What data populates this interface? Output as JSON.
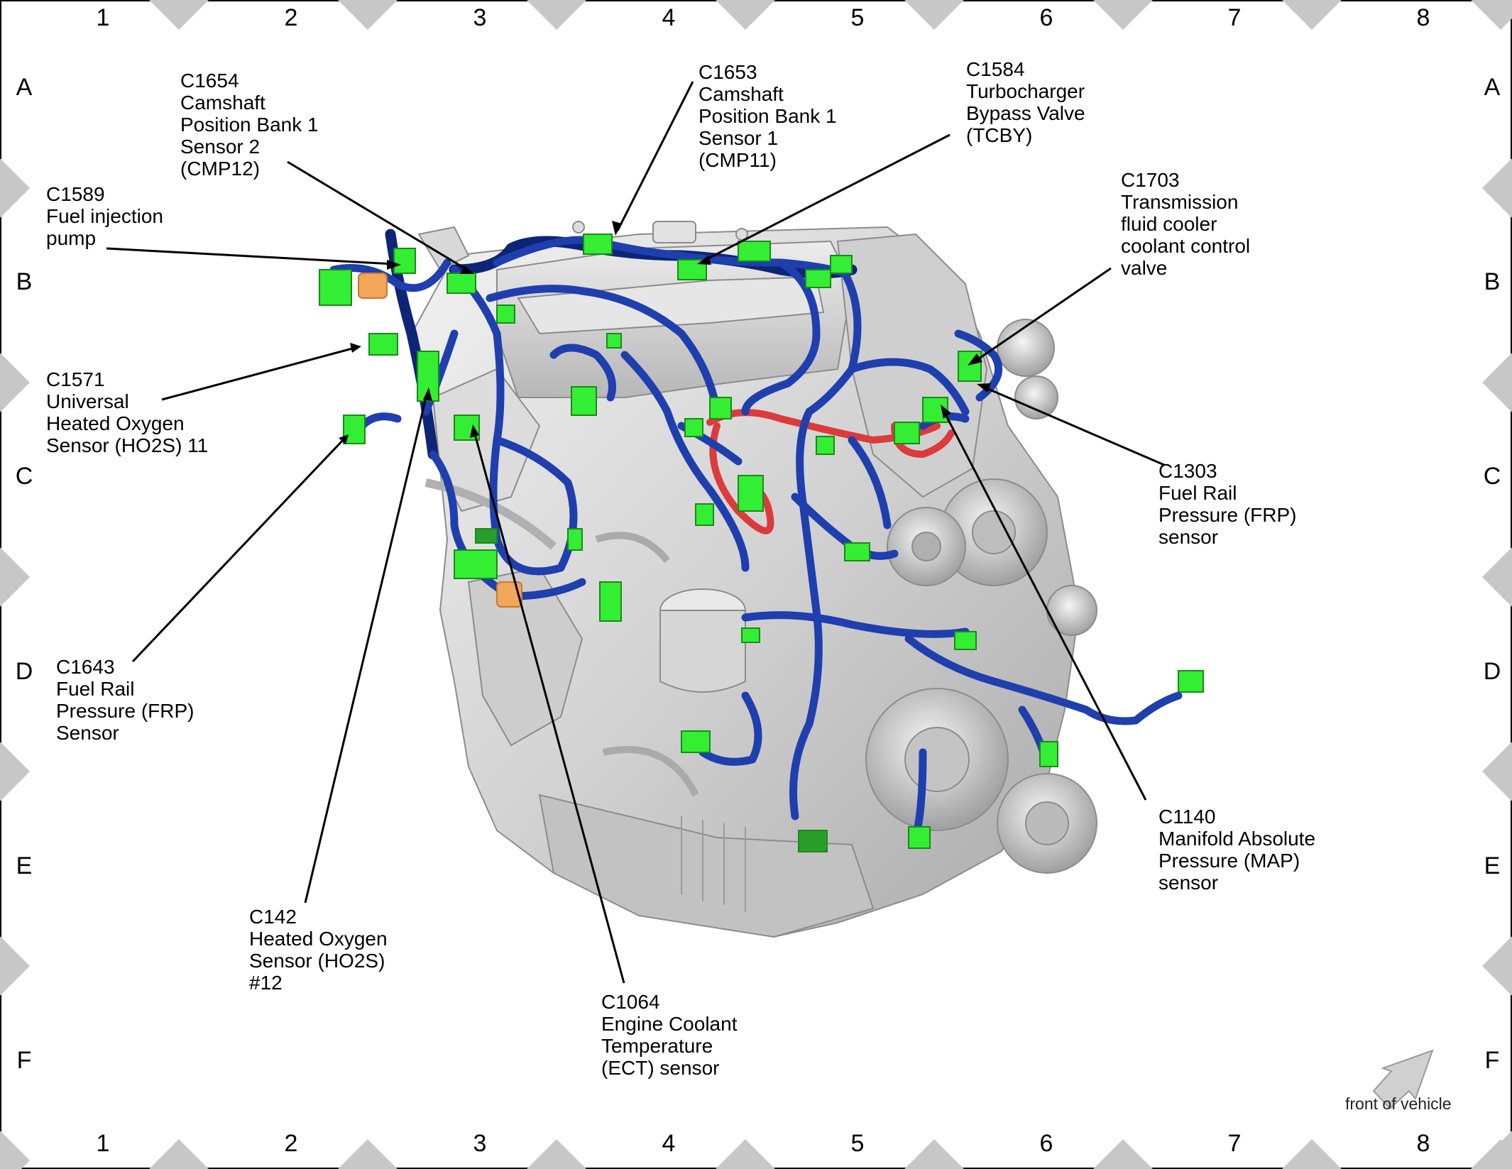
{
  "grid": {
    "columns": [
      "1",
      "2",
      "3",
      "4",
      "5",
      "6",
      "7",
      "8"
    ],
    "rows": [
      "A",
      "B",
      "C",
      "D",
      "E",
      "F"
    ]
  },
  "connectors": [
    {
      "id": "C1654",
      "lines": [
        "Camshaft",
        "Position Bank 1",
        "Sensor 2",
        "(CMP12)"
      ]
    },
    {
      "id": "C1653",
      "lines": [
        "Camshaft",
        "Position Bank 1",
        "Sensor 1",
        "(CMP11)"
      ]
    },
    {
      "id": "C1584",
      "lines": [
        "Turbocharger",
        "Bypass Valve",
        "(TCBY)"
      ]
    },
    {
      "id": "C1589",
      "lines": [
        "Fuel injection",
        "pump"
      ]
    },
    {
      "id": "C1703",
      "lines": [
        "Transmission",
        "fluid cooler",
        "coolant control",
        "valve"
      ]
    },
    {
      "id": "C1571",
      "lines": [
        "Universal",
        "Heated Oxygen",
        "Sensor (HO2S) 11"
      ]
    },
    {
      "id": "C1303",
      "lines": [
        "Fuel Rail",
        "Pressure (FRP)",
        "sensor"
      ]
    },
    {
      "id": "C1643",
      "lines": [
        "Fuel Rail",
        "Pressure (FRP)",
        "Sensor"
      ]
    },
    {
      "id": "C1140",
      "lines": [
        "Manifold Absolute",
        "Pressure (MAP)",
        "sensor"
      ]
    },
    {
      "id": "C142",
      "lines": [
        "Heated Oxygen",
        "Sensor (HO2S)",
        "#12"
      ]
    },
    {
      "id": "C1064",
      "lines": [
        "Engine Coolant",
        "Temperature",
        "(ECT) sensor"
      ]
    }
  ],
  "orientation": {
    "label": "front of vehicle"
  },
  "colors": {
    "connector": "#33ee33",
    "harness": "#1f3fae",
    "harness_dark": "#0d2477",
    "fuel_line": "#dd3b3b",
    "engine": "#d4d4d4",
    "border_diamond": "#c7c7c7"
  }
}
